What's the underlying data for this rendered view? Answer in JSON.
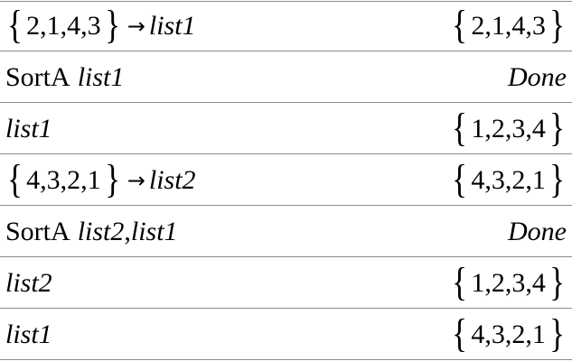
{
  "history": [
    {
      "input": {
        "type": "store",
        "list": "2,1,4,3",
        "arrow": "→",
        "var": "list1"
      },
      "output": {
        "type": "list",
        "list": "2,1,4,3"
      }
    },
    {
      "input": {
        "type": "command",
        "command": "SortA",
        "args": [
          "list1"
        ]
      },
      "output": {
        "type": "text",
        "text": "Done"
      }
    },
    {
      "input": {
        "type": "var",
        "var": "list1"
      },
      "output": {
        "type": "list",
        "list": "1,2,3,4"
      }
    },
    {
      "input": {
        "type": "store",
        "list": "4,3,2,1",
        "arrow": "→",
        "var": "list2"
      },
      "output": {
        "type": "list",
        "list": "4,3,2,1"
      }
    },
    {
      "input": {
        "type": "command",
        "command": "SortA",
        "args": [
          "list2",
          "list1"
        ],
        "sep": ","
      },
      "output": {
        "type": "text",
        "text": "Done"
      }
    },
    {
      "input": {
        "type": "var",
        "var": "list2"
      },
      "output": {
        "type": "list",
        "list": "1,2,3,4"
      }
    },
    {
      "input": {
        "type": "var",
        "var": "list1"
      },
      "output": {
        "type": "list",
        "list": "4,3,2,1"
      }
    }
  ],
  "braces": {
    "open": "{",
    "close": "}"
  }
}
